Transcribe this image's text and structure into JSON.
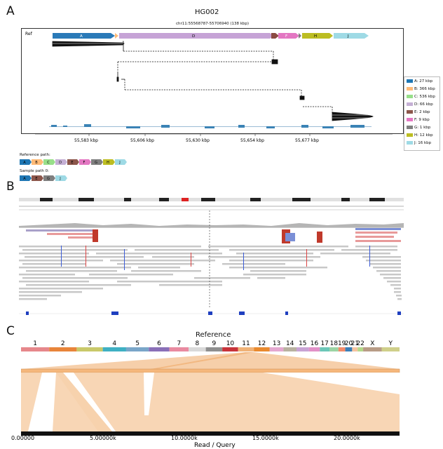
{
  "panelA": {
    "letter": "A",
    "title": "HG002",
    "region": "chr11:55568787-55706940 (138 kbp)",
    "ref_label": "Ref",
    "segments": [
      {
        "id": "A",
        "color": "#2a7ab8"
      },
      {
        "id": "D",
        "color": "#c6a3d6"
      },
      {
        "id": "E",
        "color": "#8b4a42"
      },
      {
        "id": "F",
        "color": "#e377c2"
      },
      {
        "id": "G",
        "color": "#7f7f7f"
      },
      {
        "id": "H",
        "color": "#bcbd22"
      },
      {
        "id": "J",
        "color": "#9edae5"
      }
    ],
    "axis_ticks": [
      "55,583 kbp",
      "55,606 kbp",
      "55,630 kbp",
      "55,654 kbp",
      "55,677 kbp"
    ],
    "legend": [
      {
        "label": "A: 27 kbp",
        "color": "#1f77b4"
      },
      {
        "label": "B: 366 kbp",
        "color": "#ffbb78"
      },
      {
        "label": "C: 536 kbp",
        "color": "#98df8a"
      },
      {
        "label": "D: 66 kbp",
        "color": "#c5b0d5"
      },
      {
        "label": "E: 2 kbp",
        "color": "#8c564b"
      },
      {
        "label": "F: 9 kbp",
        "color": "#e377c2"
      },
      {
        "label": "G: 1 kbp",
        "color": "#7f7f7f"
      },
      {
        "label": "H: 12 kbp",
        "color": "#bcbd22"
      },
      {
        "label": "J: 16 kbp",
        "color": "#9edae5"
      }
    ],
    "reference_path_label": "Reference path:",
    "reference_path": [
      {
        "id": "A",
        "color": "#1f77b4"
      },
      {
        "id": "B",
        "color": "#ffbb78"
      },
      {
        "id": "C",
        "color": "#98df8a"
      },
      {
        "id": "D",
        "color": "#c5b0d5"
      },
      {
        "id": "E",
        "color": "#8c564b"
      },
      {
        "id": "F",
        "color": "#e377c2"
      },
      {
        "id": "G",
        "color": "#7f7f7f"
      },
      {
        "id": "H",
        "color": "#bcbd22"
      },
      {
        "id": "J",
        "color": "#9edae5"
      }
    ],
    "sample_path_label": "Sample path 0:",
    "sample_path": [
      {
        "id": "A",
        "color": "#1f77b4"
      },
      {
        "id": "E",
        "color": "#8c564b"
      },
      {
        "id": "G",
        "color": "#7f7f7f"
      },
      {
        "id": "J",
        "color": "#9edae5"
      }
    ]
  },
  "panelB": {
    "letter": "B"
  },
  "panelC": {
    "letter": "C",
    "reference_title": "Reference",
    "query_title": "Read / Query",
    "chromosomes": [
      {
        "label": "1",
        "color": "#e6878b"
      },
      {
        "label": "2",
        "color": "#e8843a"
      },
      {
        "label": "3",
        "color": "#c9c96a"
      },
      {
        "label": "4",
        "color": "#3fb0c3"
      },
      {
        "label": "5",
        "color": "#7aa6c9"
      },
      {
        "label": "6",
        "color": "#8a6fb8"
      },
      {
        "label": "7",
        "color": "#e98aa0"
      },
      {
        "label": "8",
        "color": "#d9d9d9"
      },
      {
        "label": "9",
        "color": "#8f8f8f"
      },
      {
        "label": "10",
        "color": "#c8333a"
      },
      {
        "label": "11",
        "color": "#f0b277"
      },
      {
        "label": "12",
        "color": "#e98a2f"
      },
      {
        "label": "13",
        "color": "#e4a8d0"
      },
      {
        "label": "14",
        "color": "#b9b2a0"
      },
      {
        "label": "15",
        "color": "#c8a3d4"
      },
      {
        "label": "16",
        "color": "#e291c8"
      },
      {
        "label": "17",
        "color": "#6cc7b8"
      },
      {
        "label": "18",
        "color": "#9bd4a4"
      },
      {
        "label": "19",
        "color": "#f28b6a"
      },
      {
        "label": "20",
        "color": "#3a7fb8"
      },
      {
        "label": "21",
        "color": "#f5c3a0"
      },
      {
        "label": "22",
        "color": "#b4d88a"
      },
      {
        "label": "X",
        "color": "#b89c86"
      },
      {
        "label": "Y",
        "color": "#cfcf8a"
      }
    ],
    "query_ticks": [
      "0.00000",
      "5.00000k",
      "10.0000k",
      "15.0000k",
      "20.0000k"
    ]
  }
}
